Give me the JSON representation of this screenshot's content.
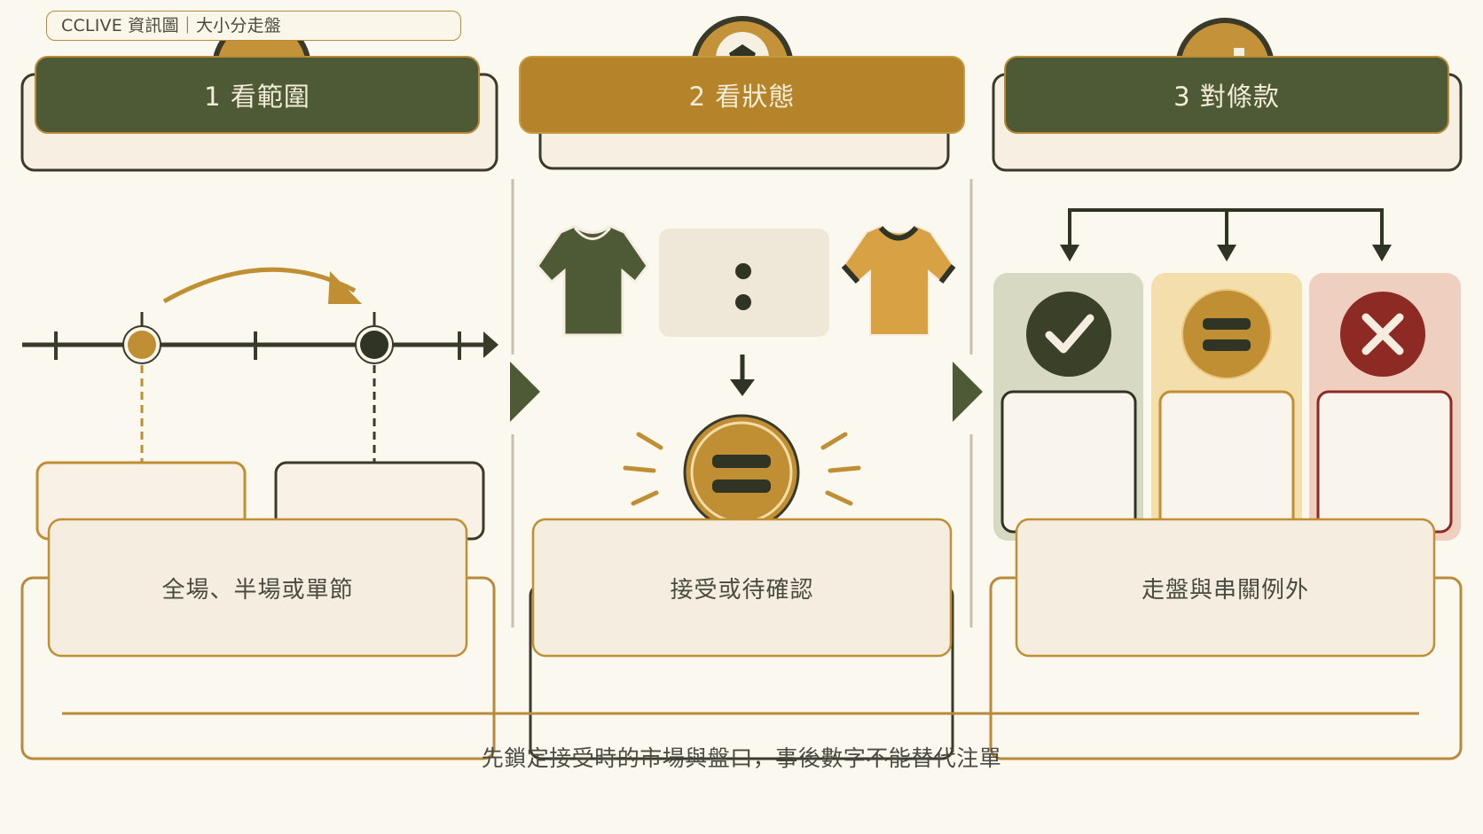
{
  "header_tag": "CCLIVE 資訊圖｜大小分走盤",
  "steps": [
    {
      "title": "1 看範圍",
      "caption": "全場、半場或單節"
    },
    {
      "title": "2 看狀態",
      "caption": "接受或待確認"
    },
    {
      "title": "3 對條款",
      "caption": "走盤與串關例外"
    }
  ],
  "footer": "先鎖定接受時的市場與盤口，事後數字不能替代注單",
  "colors": {
    "olive": "#4e5a35",
    "gold": "#b98a2e",
    "dark": "#2f3424",
    "cream": "#f4ede0",
    "red": "#8e2a24",
    "line": "#3a3a30"
  },
  "icons": [
    "soccer-ball-icon",
    "olive-jersey-icon",
    "gold-jersey-icon",
    "colon-score-icon",
    "equals-icon",
    "check-icon",
    "cross-icon",
    "arrow-icon"
  ]
}
